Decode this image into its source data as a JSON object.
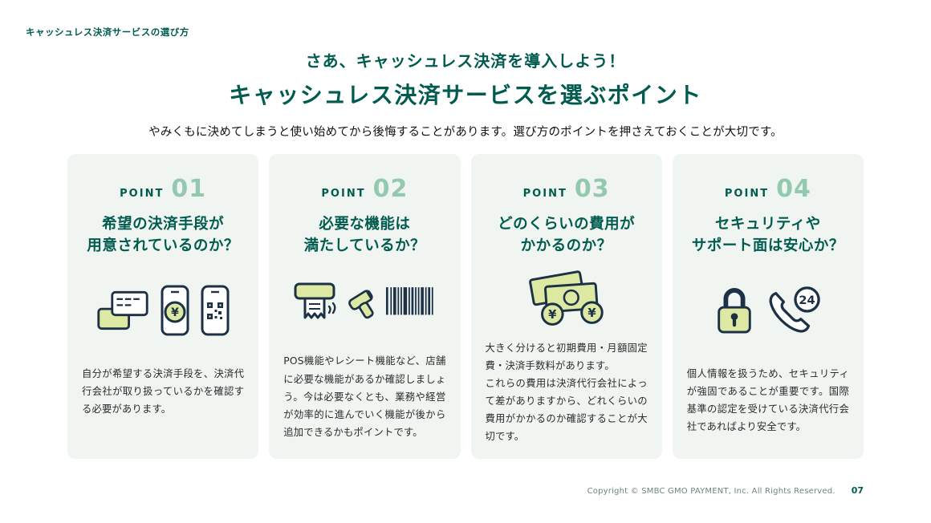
{
  "page": {
    "breadcrumb": "キャッシュレス決済サービスの選び方",
    "title_line1": "さあ、キャッシュレス決済を導入しよう！",
    "title_line2": "キャッシュレス決済サービスを選ぶポイント",
    "subtitle": "やみくもに決めてしまうと使い始めてから後悔することがあります。選び方のポイントを押さえておくことが大切です。",
    "footer": {
      "copyright": "Copyright © SMBC GMO PAYMENT, Inc. All Rights Reserved.",
      "page_number": "07"
    }
  },
  "colors": {
    "brand_teal": "#015c4f",
    "point_number_green": "#93c9ae",
    "icon_fill_lime": "#dde9a2",
    "icon_outline": "#1c3146",
    "card_background": "#f1f5f2"
  },
  "cards": [
    {
      "point_label": "POINT",
      "point_number": "01",
      "heading_line1": "希望の決済手段が",
      "heading_line2": "用意されているのか？",
      "icons": [
        "credit-card-icon",
        "smartphone-yen-icon",
        "smartphone-qr-icon"
      ],
      "body": "自分が希望する決済手段を、決済代行会社が取り扱っているかを確認する必要があります。"
    },
    {
      "point_label": "POINT",
      "point_number": "02",
      "heading_line1": "必要な機能は",
      "heading_line2": "満たしているか？",
      "icons": [
        "receipt-printer-icon",
        "barcode-scanner-icon"
      ],
      "body": "POS機能やレシート機能など、店舗に必要な機能があるか確認しましょう。今は必要なくとも、業務や経営が効率的に進んでいく機能が後から追加できるかもポイントです。"
    },
    {
      "point_label": "POINT",
      "point_number": "03",
      "heading_line1": "どのくらいの費用が",
      "heading_line2": "かかるのか？",
      "icons": [
        "money-yen-icon"
      ],
      "body": "大きく分けると初期費用・月額固定費・決済手数料があります。\nこれらの費用は決済代行会社によって差がありますから、どれくらいの費用がかかるのか確認することが大切です。"
    },
    {
      "point_label": "POINT",
      "point_number": "04",
      "heading_line1": "セキュリティや",
      "heading_line2": "サポート面は安心か？",
      "icons": [
        "padlock-icon",
        "phone-24-icon"
      ],
      "body": "個人情報を扱うため、セキュリティが強固であることが重要です。国際基準の認定を受けている決済代行会社であればより安全です。"
    }
  ]
}
